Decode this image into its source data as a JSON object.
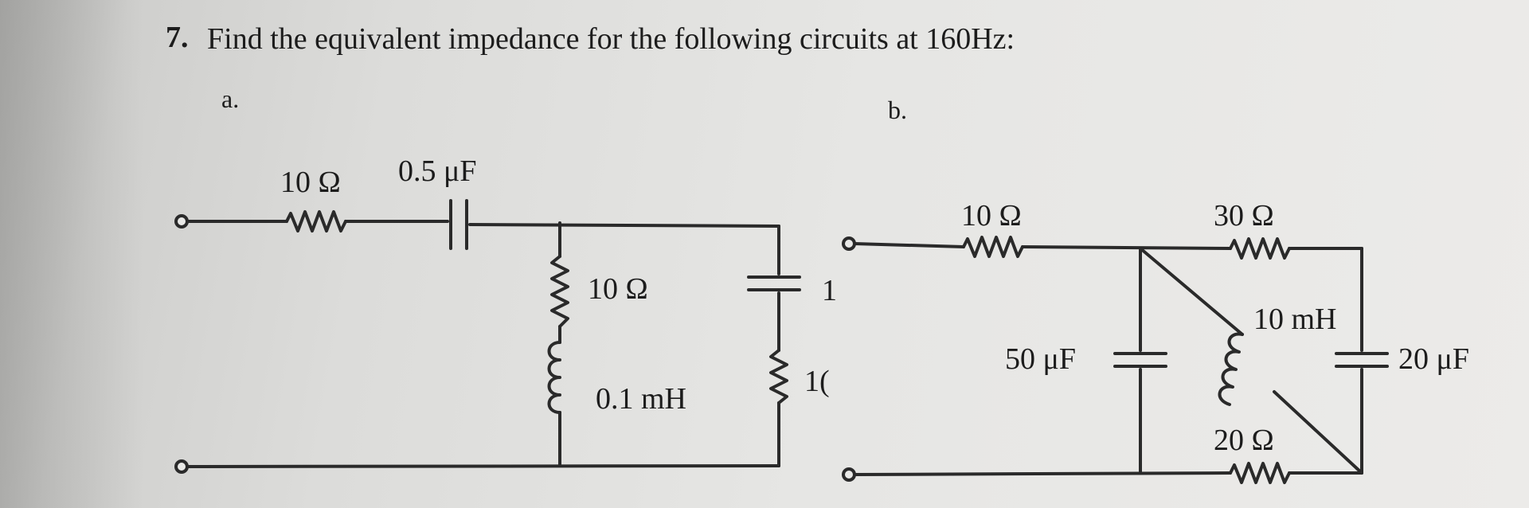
{
  "question": {
    "number": "7.",
    "text": "Find the equivalent impedance for the following circuits at 160Hz:"
  },
  "circuit_a": {
    "part_label": "a.",
    "series_resistor": "10 Ω",
    "series_capacitor": "0.5 μF",
    "branch1_resistor": "10 Ω",
    "branch1_inductor": "0.1 mH",
    "branch2_capacitor_partial": "1",
    "branch2_resistor_partial": "1("
  },
  "circuit_b": {
    "part_label": "b.",
    "series_resistor": "10 Ω",
    "top_resistor": "30 Ω",
    "shunt_capacitor": "50 μF",
    "diagonal_inductor": "10 mH",
    "right_capacitor": "20 μF",
    "bottom_resistor": "20 Ω"
  }
}
